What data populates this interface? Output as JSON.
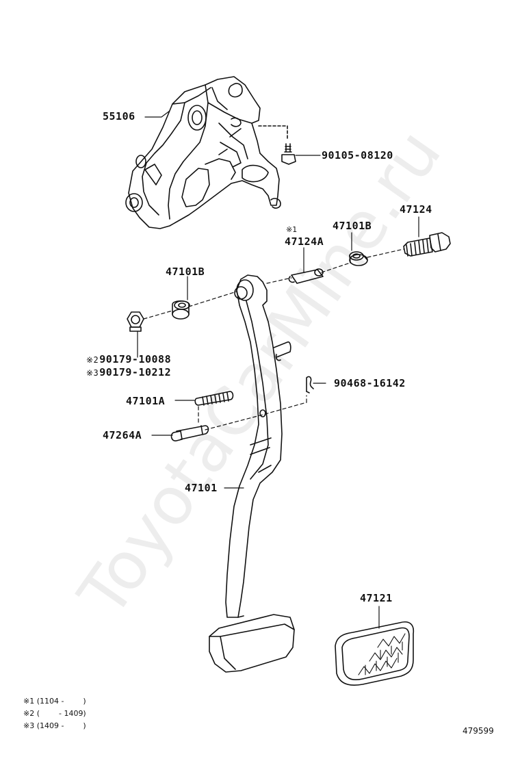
{
  "watermark": "ToyotaCarMine.ru",
  "parts": {
    "p55106": "55106",
    "p90105": "90105-08120",
    "p47124": "47124",
    "p47101b_right": "47101B",
    "p47124a_mark": "※1",
    "p47124a": "47124A",
    "p47101b_left": "47101B",
    "p90179_a_mark": "※2",
    "p90179_a": "90179-10088",
    "p90179_b_mark": "※3",
    "p90179_b": "90179-10212",
    "p90468": "90468-16142",
    "p47101a": "47101A",
    "p47264a": "47264A",
    "p47101": "47101",
    "p47121": "47121"
  },
  "notes": [
    "※1 (1104 -        )",
    "※2 (        - 1409)",
    "※3 (1409 -        )"
  ],
  "diagram_id": "479599"
}
